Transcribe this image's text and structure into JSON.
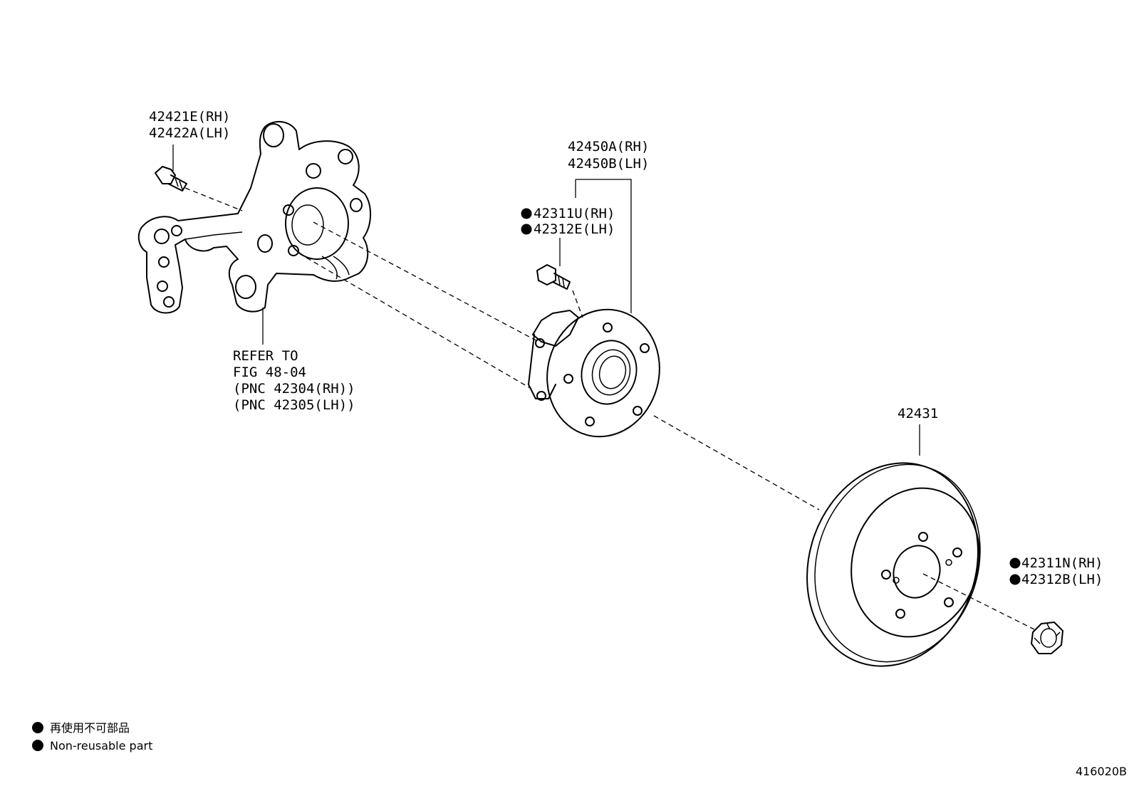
{
  "labels": {
    "bolt_rh": "42421E(RH)",
    "bolt_lh": "42422A(LH)",
    "hub_rh": "42450A(RH)",
    "hub_lh": "42450B(LH)",
    "stud_rh": "42311U(RH)",
    "stud_lh": "42312E(LH)",
    "refer_line1": "REFER TO",
    "refer_line2": "FIG 48-04",
    "refer_line3": "(PNC 42304(RH))",
    "refer_line4": "(PNC 42305(LH))",
    "disc": "42431",
    "nut_rh": "42311N(RH)",
    "nut_lh": "42312B(LH)"
  },
  "legend": {
    "line_jp": "再使用不可部品",
    "line_en": "Non-reusable part"
  },
  "figure_number": "416020B"
}
